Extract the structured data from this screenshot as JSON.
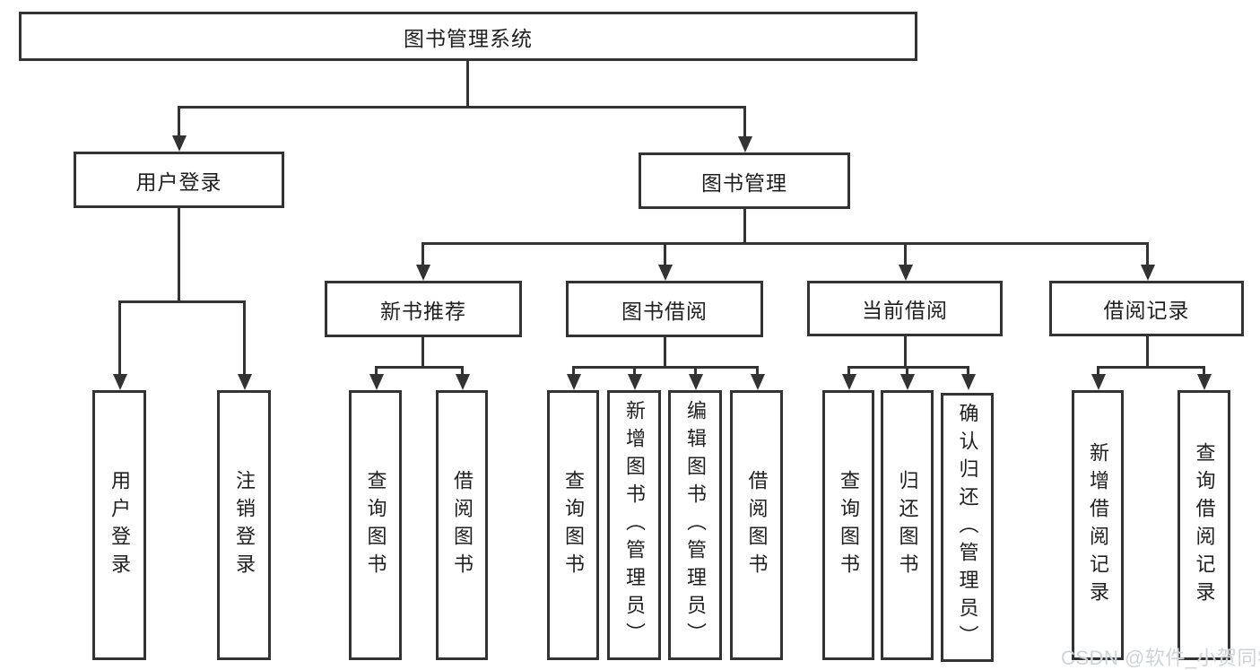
{
  "diagram_type": "hierarchical-function-structure",
  "colors": {
    "line": "#333333",
    "box_border": "#333333",
    "text": "#1f1f1f",
    "background": "#ffffff",
    "watermark": "#ced3d8"
  },
  "tree": {
    "root": {
      "label": "图书管理系统"
    },
    "branches": [
      {
        "label": "用户登录",
        "children": [
          {
            "label": "用户登录"
          },
          {
            "label": "注销登录"
          }
        ]
      },
      {
        "label": "图书管理",
        "children": [
          {
            "label": "新书推荐",
            "children": [
              {
                "label": "查询图书"
              },
              {
                "label": "借阅图书"
              }
            ]
          },
          {
            "label": "图书借阅",
            "children": [
              {
                "label": "查询图书"
              },
              {
                "label": "新增图书（管理员）"
              },
              {
                "label": "编辑图书（管理员）"
              },
              {
                "label": "借阅图书"
              }
            ]
          },
          {
            "label": "当前借阅",
            "children": [
              {
                "label": "查询图书"
              },
              {
                "label": "归还图书"
              },
              {
                "label": "确认归还（管理员）"
              }
            ]
          },
          {
            "label": "借阅记录",
            "children": [
              {
                "label": "新增借阅记录"
              },
              {
                "label": "查询借阅记录"
              }
            ]
          }
        ]
      }
    ]
  },
  "watermark": {
    "text": "CSDN @软件_小贺同学"
  }
}
